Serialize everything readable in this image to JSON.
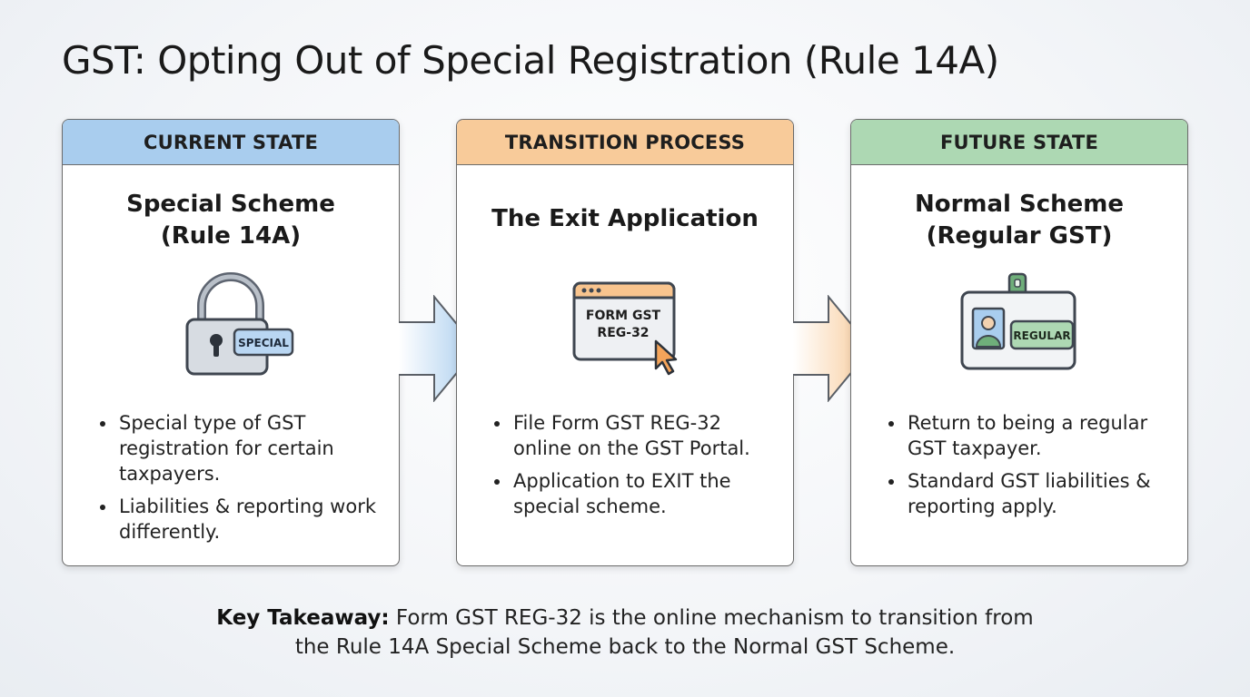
{
  "title": "GST: Opting Out of Special Registration (Rule 14A)",
  "cards": [
    {
      "header": "CURRENT STATE",
      "title_lines": [
        "Special Scheme",
        "(Rule 14A)"
      ],
      "icon_label": "SPECIAL",
      "icon": "padlock-icon",
      "bullets": [
        "Special type of GST registration for certain taxpayers.",
        "Liabilities & reporting work differently."
      ],
      "header_color": "#a9cdee"
    },
    {
      "header": "TRANSITION PROCESS",
      "title_lines": [
        "The Exit Application"
      ],
      "icon_label_lines": [
        "FORM GST",
        "REG-32"
      ],
      "icon": "browser-window-cursor-icon",
      "bullets": [
        "File Form GST REG-32 online on the GST Portal.",
        "Application to EXIT the special scheme."
      ],
      "header_color": "#f8cb9a"
    },
    {
      "header": "FUTURE STATE",
      "title_lines": [
        "Normal Scheme",
        "(Regular GST)"
      ],
      "icon_label": "REGULAR",
      "icon": "id-badge-icon",
      "bullets": [
        "Return to being a regular GST taxpayer.",
        "Standard GST liabilities & reporting apply."
      ],
      "header_color": "#add8b3"
    }
  ],
  "takeaway": {
    "label": "Key Takeaway:",
    "line1": "Form GST REG-32 is the online mechanism to transition from",
    "line2": "the Rule 14A Special Scheme back to the Normal GST Scheme."
  }
}
